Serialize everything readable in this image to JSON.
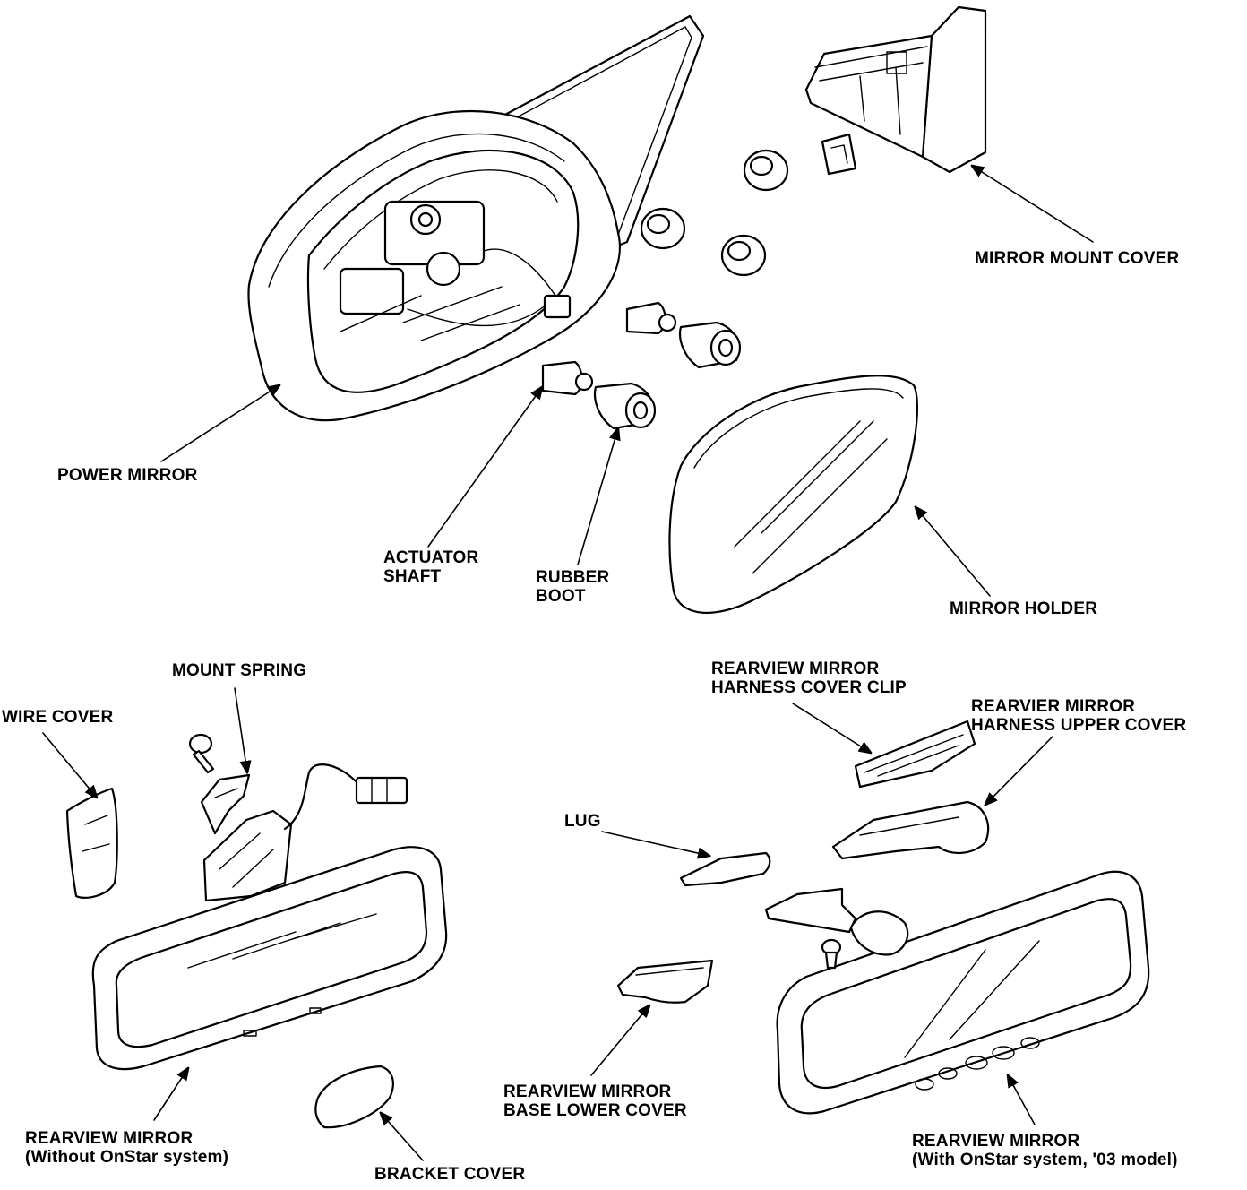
{
  "labels": {
    "power_mirror": "POWER MIRROR",
    "actuator_shaft": [
      "ACTUATOR",
      "SHAFT"
    ],
    "rubber_boot": [
      "RUBBER",
      "BOOT"
    ],
    "mirror_mount_cover": "MIRROR MOUNT COVER",
    "mirror_holder": "MIRROR HOLDER",
    "mount_spring": "MOUNT SPRING",
    "wire_cover": "WIRE COVER",
    "rearview_harness_cover_clip": [
      "REARVIEW MIRROR",
      "HARNESS COVER CLIP"
    ],
    "rearvier_harness_upper_cover": [
      "REARVIER MIRROR",
      "HARNESS UPPER COVER"
    ],
    "lug": "LUG",
    "rearview_mirror_without_onstar": [
      "REARVIEW MIRROR",
      "(Without OnStar system)"
    ],
    "bracket_cover": "BRACKET COVER",
    "rearview_mirror_base_lower_cover": [
      "REARVIEW MIRROR",
      "BASE LOWER COVER"
    ],
    "rearview_mirror_with_onstar": [
      "REARVIEW MIRROR",
      "(With OnStar system, '03 model)"
    ]
  },
  "colors": {
    "line": "#000000",
    "background": "#ffffff"
  }
}
